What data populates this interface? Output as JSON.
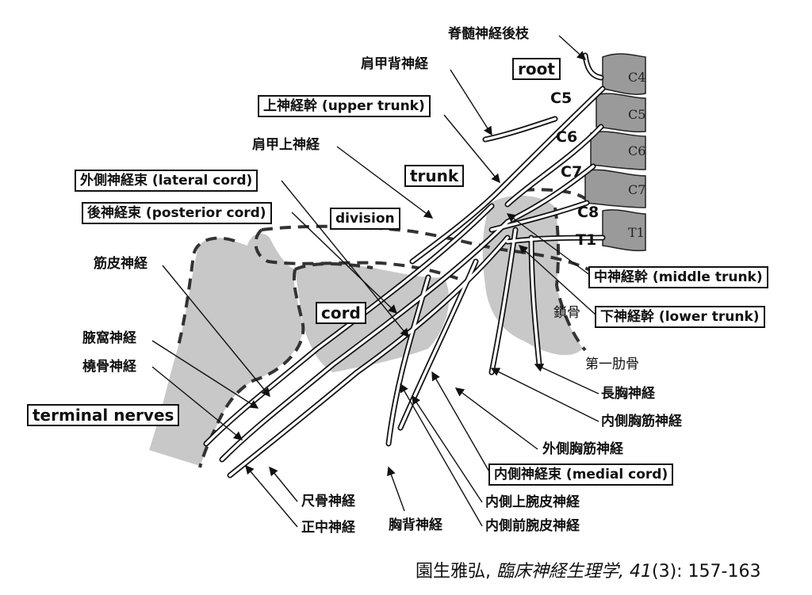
{
  "levels": {
    "root": "root",
    "trunk": "trunk",
    "division": "division",
    "cord": "cord",
    "terminal": "terminal nerves"
  },
  "roots": [
    "C5",
    "C6",
    "C7",
    "C8",
    "T1"
  ],
  "vertebrae": [
    "C4",
    "C5",
    "C6",
    "C7",
    "T1"
  ],
  "trunks": {
    "upper": "上神経幹 (upper trunk)",
    "middle": "中神経幹 (middle trunk)",
    "lower": "下神経幹 (lower trunk)"
  },
  "cords": {
    "lateral": "外側神経束 (lateral cord)",
    "posterior": "後神経束 (posterior cord)",
    "medial": "内側神経束 (medial cord)"
  },
  "nerves": {
    "dorsal_ramus": "脊髄神経後枝",
    "dorsal_scapular": "肩甲背神経",
    "suprascapular": "肩甲上神経",
    "musculocutaneous": "筋皮神経",
    "axillary": "腋窩神経",
    "radial": "橈骨神経",
    "ulnar": "尺骨神経",
    "median": "正中神経",
    "thoracodorsal": "胸背神経",
    "long_thoracic": "長胸神経",
    "medial_pectoral": "内側胸筋神経",
    "lateral_pectoral": "外側胸筋神経",
    "medial_brachial_cutaneous": "内側上腕皮神経",
    "medial_antebrachial_cutaneous": "内側前腕皮神経"
  },
  "bones": {
    "clavicle": "鎖骨",
    "first_rib": "第一肋骨"
  },
  "citation": {
    "author": "園生雅弘, ",
    "journal": "臨床神経生理学, 41",
    "issue": "(3): 157-163"
  }
}
